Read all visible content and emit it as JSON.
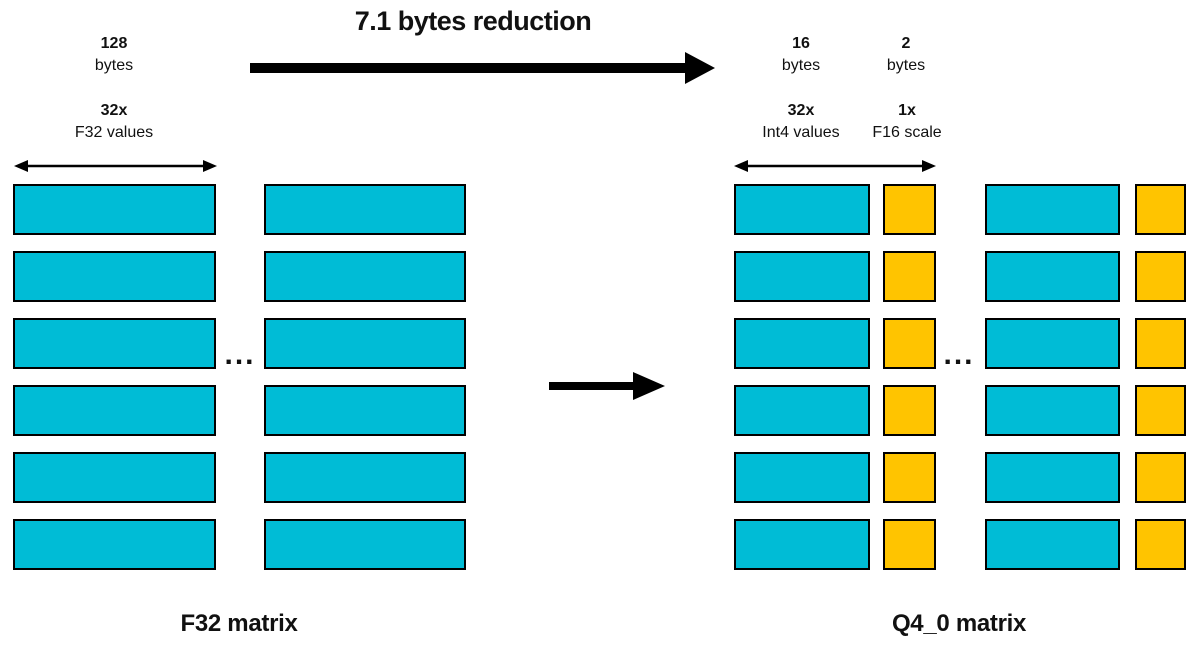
{
  "title": "7.1 bytes reduction",
  "colors": {
    "value_block": "#00BCD6",
    "scale_block": "#FFC400",
    "arrow": "#000000"
  },
  "left_matrix": {
    "name": "F32 matrix",
    "size_label": {
      "value": "128",
      "unit": "bytes"
    },
    "count_label": {
      "value": "32x",
      "unit": "F32 values"
    },
    "rows": 6,
    "columns": 2,
    "ellipsis": "..."
  },
  "right_matrix": {
    "name": "Q4_0 matrix",
    "values_size_label": {
      "value": "16",
      "unit": "bytes"
    },
    "scale_size_label": {
      "value": "2",
      "unit": "bytes"
    },
    "values_count_label": {
      "value": "32x",
      "unit": "Int4 values"
    },
    "scale_count_label": {
      "value": "1x",
      "unit": "F16 scale"
    },
    "rows": 6,
    "groups": 2,
    "ellipsis": "..."
  }
}
